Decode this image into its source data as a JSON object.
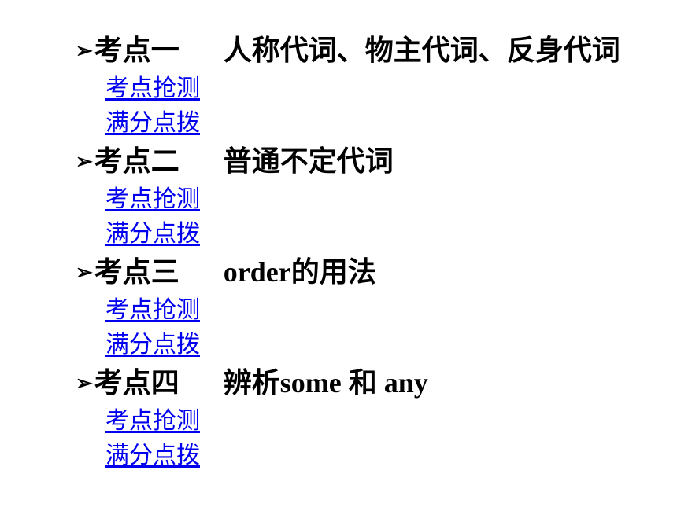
{
  "sections": [
    {
      "bullet": "➢",
      "code": "考点一",
      "topic": "人称代词、物主代词、反身代词",
      "links": [
        "考点抢测",
        "满分点拨"
      ]
    },
    {
      "bullet": "➢",
      "code": "考点二",
      "topic": "普通不定代词",
      "links": [
        "考点抢测",
        "满分点拨"
      ]
    },
    {
      "bullet": "➢",
      "code": "考点三",
      "topic": "order的用法",
      "links": [
        "考点抢测",
        "满分点拨"
      ]
    },
    {
      "bullet": "➢",
      "code": "考点四",
      "topic": "辨析some 和 any",
      "links": [
        "考点抢测",
        "满分点拨"
      ]
    }
  ]
}
